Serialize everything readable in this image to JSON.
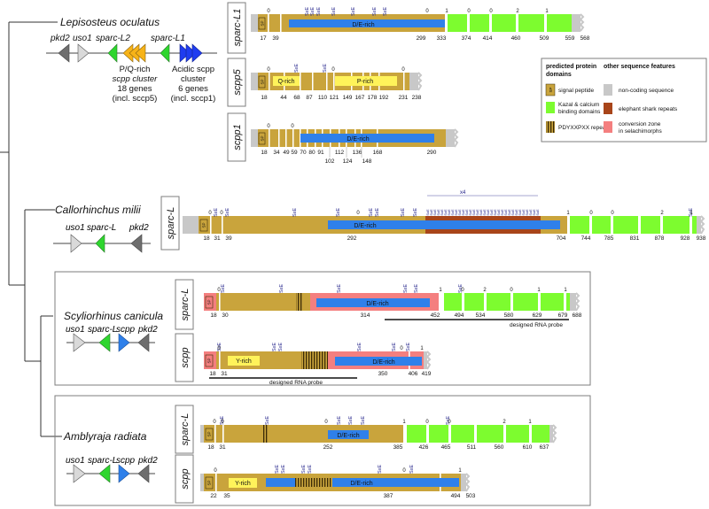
{
  "colors": {
    "gold": "#c9a43c",
    "gold_dark": "#8a6f1e",
    "green": "#7dfc2f",
    "blue": "#2f80ea",
    "grey": "#c8c8c8",
    "rust": "#a8451a",
    "salmon": "#f47f7f",
    "yellow": "#fff35a",
    "orange": "#f7b318",
    "dark_grey": "#6e6e6e",
    "sxe_text": "#22228a",
    "box_border": "#7d7d7d"
  },
  "species": {
    "lepisosteus": {
      "name": "Lepisosteus oculatus",
      "gene_labels": [
        "pkd2",
        "uso1",
        "sparc-L2",
        "sparc-L1"
      ],
      "cluster_pq": [
        "P/Q-rich",
        "scpp cluster",
        "18 genes",
        "(incl. sccp5)"
      ],
      "cluster_acidic": [
        "Acidic scpp",
        "cluster",
        "6 genes",
        "(incl. sccp1)"
      ]
    },
    "callorhinchus": {
      "name": "Callorhinchus milii",
      "gene_labels": [
        "uso1",
        "sparc-L",
        "pkd2"
      ]
    },
    "scyliorhinus": {
      "name": "Scyliorhinus canicula",
      "gene_labels": [
        "uso1",
        "sparc-L",
        "scpp",
        "pkd2"
      ]
    },
    "amblyraja": {
      "name": "Amblyraja radiata",
      "gene_labels": [
        "uso1",
        "sparc-L",
        "scpp",
        "pkd2"
      ]
    }
  },
  "rows": [
    {
      "id": "lepi-sparcl1",
      "label": "sparc-L1",
      "sp": "SP",
      "region_labels": [
        "D/E-rich"
      ],
      "sxe_labels": [
        "SxE",
        "SxE",
        "SxE",
        "SxE",
        "SxE",
        "SxE",
        "SxE"
      ],
      "phase_labels": [
        "0",
        "0",
        "1",
        "0",
        "0",
        "2",
        "1"
      ],
      "positions": [
        "17",
        "39",
        "299",
        "333",
        "374",
        "414",
        "460",
        "509",
        "559",
        "568"
      ]
    },
    {
      "id": "lepi-scpp5",
      "label": "scpp5",
      "sp": "SP",
      "region_labels": [
        "Q-rich",
        "P-rich"
      ],
      "sxe_labels": [
        "SxE",
        "SxE"
      ],
      "phase_labels": [
        "0",
        "0",
        "0"
      ],
      "positions": [
        "18",
        "44",
        "68",
        "87",
        "110",
        "121",
        "149",
        "167",
        "178",
        "192",
        "231",
        "238"
      ]
    },
    {
      "id": "lepi-scpp1",
      "label": "scpp1",
      "sp": "SP",
      "region_labels": [
        "D/E-rich"
      ],
      "sxe_labels": [],
      "phase_labels": [
        "0",
        "0"
      ],
      "positions": [
        "18",
        "34",
        "49",
        "59",
        "70",
        "80",
        "91",
        "112",
        "136",
        "168",
        "290"
      ],
      "positions_low": [
        "102",
        "124",
        "148"
      ]
    },
    {
      "id": "calli-sparcl",
      "label": "sparc-L",
      "sp": "SP",
      "region_labels": [
        "D/E-rich"
      ],
      "sxe_labels": [
        "SxE",
        "SxE",
        "SxE",
        "SxE",
        "SxE",
        "SxE",
        "SxE",
        "SxE",
        "SxE"
      ],
      "repeat_tag": "x4",
      "phase_labels": [
        "0",
        "0",
        "0",
        "1",
        "0",
        "0",
        "2",
        "1"
      ],
      "positions": [
        "18",
        "31",
        "39",
        "292",
        "704",
        "744",
        "785",
        "831",
        "878",
        "928",
        "938"
      ]
    },
    {
      "id": "scyl-sparcl",
      "label": "sparc-L",
      "sp": "SP",
      "region_labels": [
        "D/E-rich"
      ],
      "sxe_labels": [
        "SxE",
        "SxE",
        "SxE",
        "SxE",
        "SxE",
        "SxE"
      ],
      "phase_labels": [
        "0",
        "1",
        "0",
        "2",
        "0",
        "1",
        "1"
      ],
      "positions": [
        "18",
        "30",
        "314",
        "452",
        "494",
        "534",
        "580",
        "629",
        "679",
        "688"
      ],
      "probe": "designed RNA probe"
    },
    {
      "id": "scyl-scpp",
      "label": "scpp",
      "sp": "SP",
      "region_labels": [
        "Y-rich",
        "D/E-rich"
      ],
      "sxe_labels": [
        "SxE",
        "SxE",
        "SxE",
        "SxE",
        "SxE",
        "SxE"
      ],
      "phase_labels": [
        "0",
        "0",
        "1"
      ],
      "positions": [
        "18",
        "31",
        "350",
        "406",
        "419"
      ],
      "probe": "designed RNA probe"
    },
    {
      "id": "ambly-sparcl",
      "label": "sparc-L",
      "sp": "SP",
      "region_labels": [
        "D/E-rich"
      ],
      "sxe_labels": [
        "SxE",
        "SxE",
        "SxE",
        "SxE",
        "SxE",
        "SxE"
      ],
      "phase_labels": [
        "0",
        "0",
        "0",
        "1",
        "0",
        "0",
        "2",
        "1"
      ],
      "positions": [
        "18",
        "31",
        "252",
        "385",
        "426",
        "465",
        "511",
        "560",
        "610",
        "637"
      ]
    },
    {
      "id": "ambly-scpp",
      "label": "scpp",
      "sp": "SP",
      "region_labels": [
        "Y-rich",
        "D/E-rich"
      ],
      "sxe_labels": [
        "SxE",
        "SxE",
        "SxE",
        "SxE",
        "SxE",
        "SxE"
      ],
      "phase_labels": [
        "0",
        "0",
        "1"
      ],
      "positions": [
        "22",
        "35",
        "387",
        "494",
        "503"
      ]
    }
  ],
  "legend": {
    "heading_domains": [
      "predicted protein",
      "domains"
    ],
    "heading_other": "other sequence features",
    "items": {
      "signal_peptide": "signal peptide",
      "kazal": [
        "Kazal & calcium",
        "binding domains"
      ],
      "pdyxxpxx": "PDYXXPXX repeat",
      "noncoding": "non-coding sequence",
      "elephant": "elephant shark repeats",
      "conversion": [
        "conversion zone",
        "in selachimorphs"
      ]
    },
    "sp_tag": "SP"
  }
}
